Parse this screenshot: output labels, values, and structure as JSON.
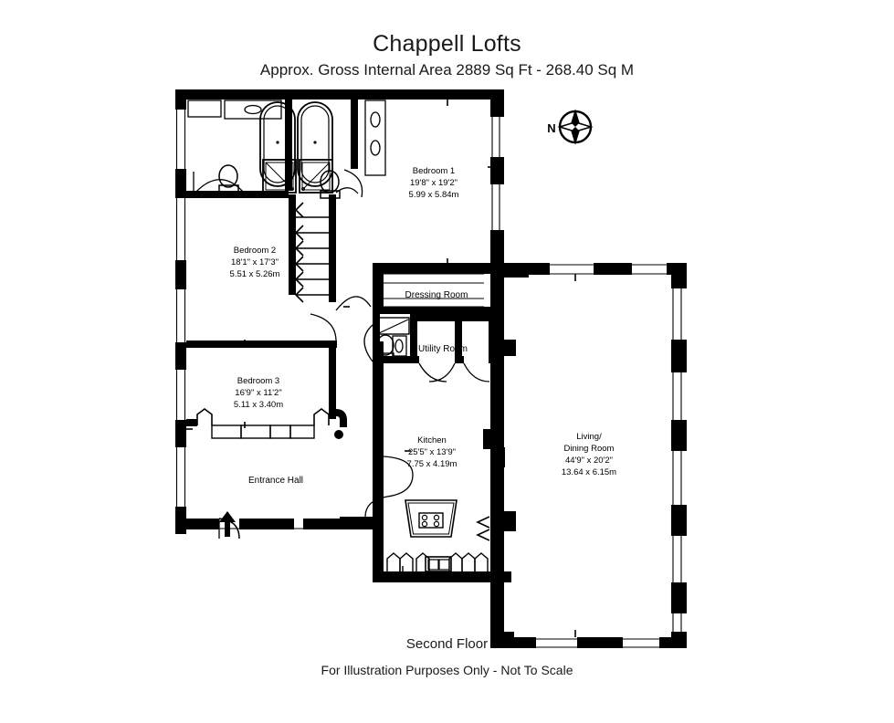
{
  "header": {
    "title": "Chappell Lofts",
    "subtitle": "Approx. Gross Internal Area   2889 Sq Ft  -  268.40 Sq M"
  },
  "footer": {
    "floor_label": "Second Floor",
    "disclaimer": "For Illustration Purposes Only - Not To Scale"
  },
  "compass": {
    "label": "N",
    "icon": "compass-rose-icon"
  },
  "rooms": [
    {
      "name": "Bedroom 1",
      "dim_imperial": "19'8\" x 19'2\"",
      "dim_metric": "5.99 x 5.84m"
    },
    {
      "name": "Bedroom 2",
      "dim_imperial": "18'1\" x 17'3\"",
      "dim_metric": "5.51 x 5.26m"
    },
    {
      "name": "Bedroom 3",
      "dim_imperial": "16'9\" x 11'2\"",
      "dim_metric": "5.11 x 3.40m"
    },
    {
      "name": "Kitchen",
      "dim_imperial": "25'5\" x 13'9\"",
      "dim_metric": "7.75 x 4.19m"
    },
    {
      "name": "Living/",
      "name2": "Dining Room",
      "dim_imperial": "44'9\" x 20'2\"",
      "dim_metric": "13.64 x 6.15m"
    },
    {
      "name": "Dressing Room"
    },
    {
      "name": "Utility Room"
    },
    {
      "name": "Entrance Hall"
    }
  ],
  "colors": {
    "wall": "#000000",
    "background": "#ffffff",
    "text": "#1a1a1a"
  }
}
